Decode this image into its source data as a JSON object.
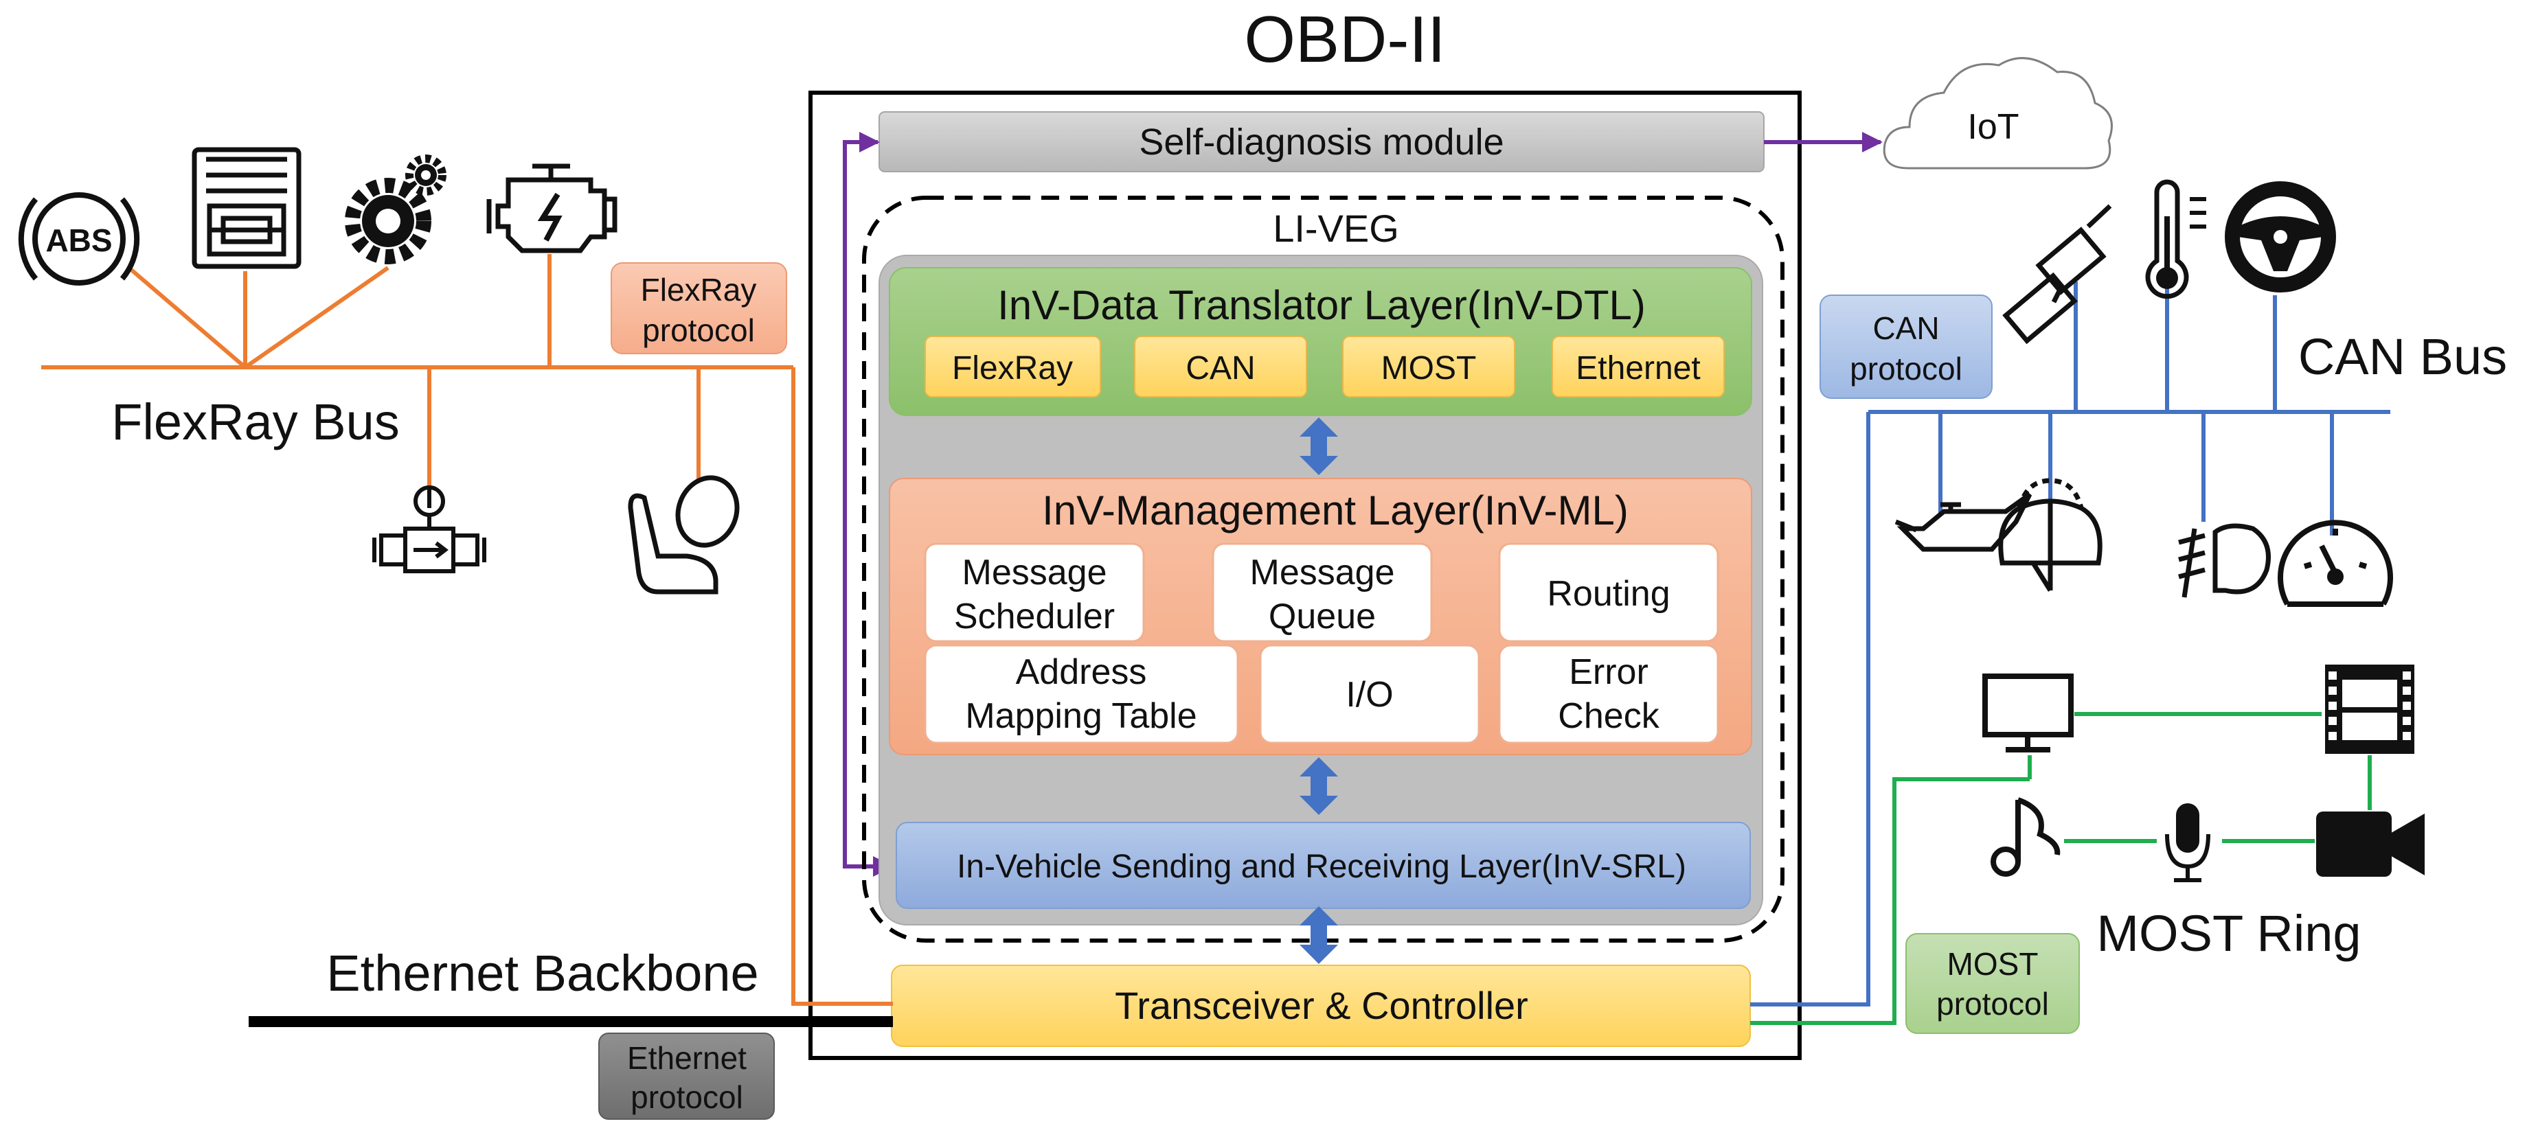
{
  "title": "OBD-II",
  "self_diagnosis": "Self-diagnosis module",
  "iot": "IoT",
  "li_veg": "LI-VEG",
  "dtl": {
    "title": "InV-Data Translator Layer(InV-DTL)",
    "items": [
      "FlexRay",
      "CAN",
      "MOST",
      "Ethernet"
    ]
  },
  "ml": {
    "title": "InV-Management Layer(InV-ML)",
    "boxes": [
      {
        "line1": "Message",
        "line2": "Scheduler"
      },
      {
        "line1": "Message",
        "line2": "Queue"
      },
      {
        "line1": "Routing",
        "line2": ""
      },
      {
        "line1": "Address",
        "line2": "Mapping Table"
      },
      {
        "line1": "I/O",
        "line2": ""
      },
      {
        "line1": "Error",
        "line2": "Check"
      }
    ]
  },
  "srl": "In-Vehicle Sending and Receiving Layer(InV-SRL)",
  "transceiver": "Transceiver & Controller",
  "flexray_bus": "FlexRay Bus",
  "flexray_protocol": {
    "line1": "FlexRay",
    "line2": "protocol"
  },
  "ethernet_backbone": "Ethernet Backbone",
  "ethernet_protocol": {
    "line1": "Ethernet",
    "line2": "protocol"
  },
  "can_bus": "CAN Bus",
  "can_protocol": {
    "line1": "CAN",
    "line2": "protocol"
  },
  "most_ring": "MOST Ring",
  "most_protocol": {
    "line1": "MOST",
    "line2": "protocol"
  },
  "abs_text": "ABS",
  "colors": {
    "flexray": "#ed7d31",
    "can": "#4472c4",
    "most": "#1fae4f",
    "iot_arrow": "#7030a0",
    "ethernet": "#000000"
  }
}
